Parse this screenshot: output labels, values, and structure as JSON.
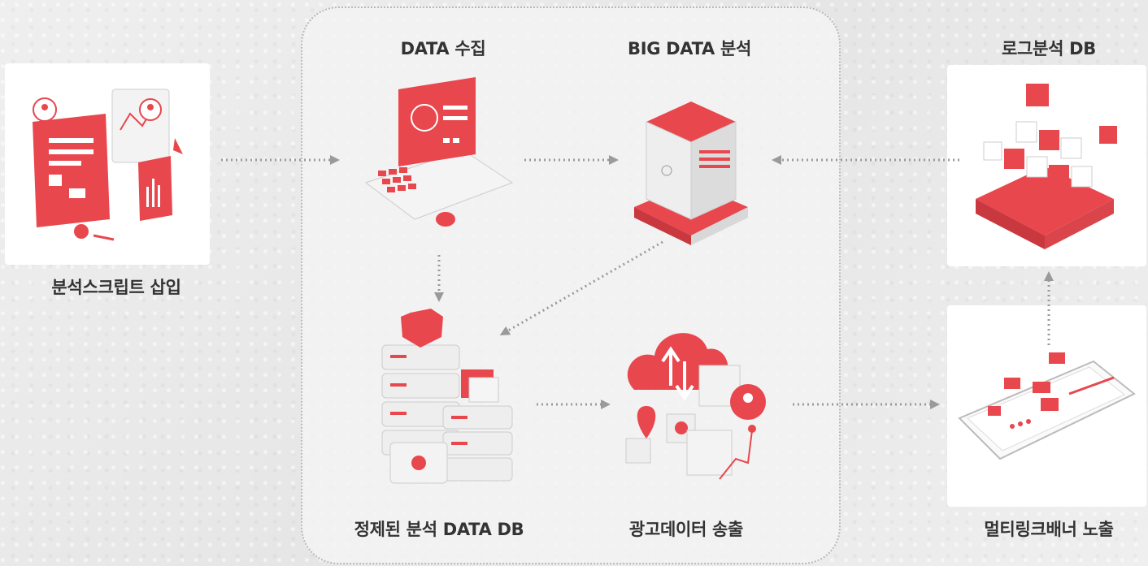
{
  "nodes": {
    "script_insert": "분석스크립트 삽입",
    "data_collect": "DATA 수집",
    "bigdata": "BIG DATA 분석",
    "log_db": "로그분석 DB",
    "refined_db": "정제된 분석 DATA DB",
    "ad_send": "광고데이터 송출",
    "multilink": "멀티링크배너 노출"
  },
  "colors": {
    "accent": "#e8474d",
    "arrow": "#9a9a9a",
    "text": "#333333"
  },
  "icons": [
    "forms-analytics-icon",
    "computer-icon",
    "server-icon",
    "cubes-icon",
    "database-stack-icon",
    "cloud-network-icon",
    "tablet-icon"
  ]
}
